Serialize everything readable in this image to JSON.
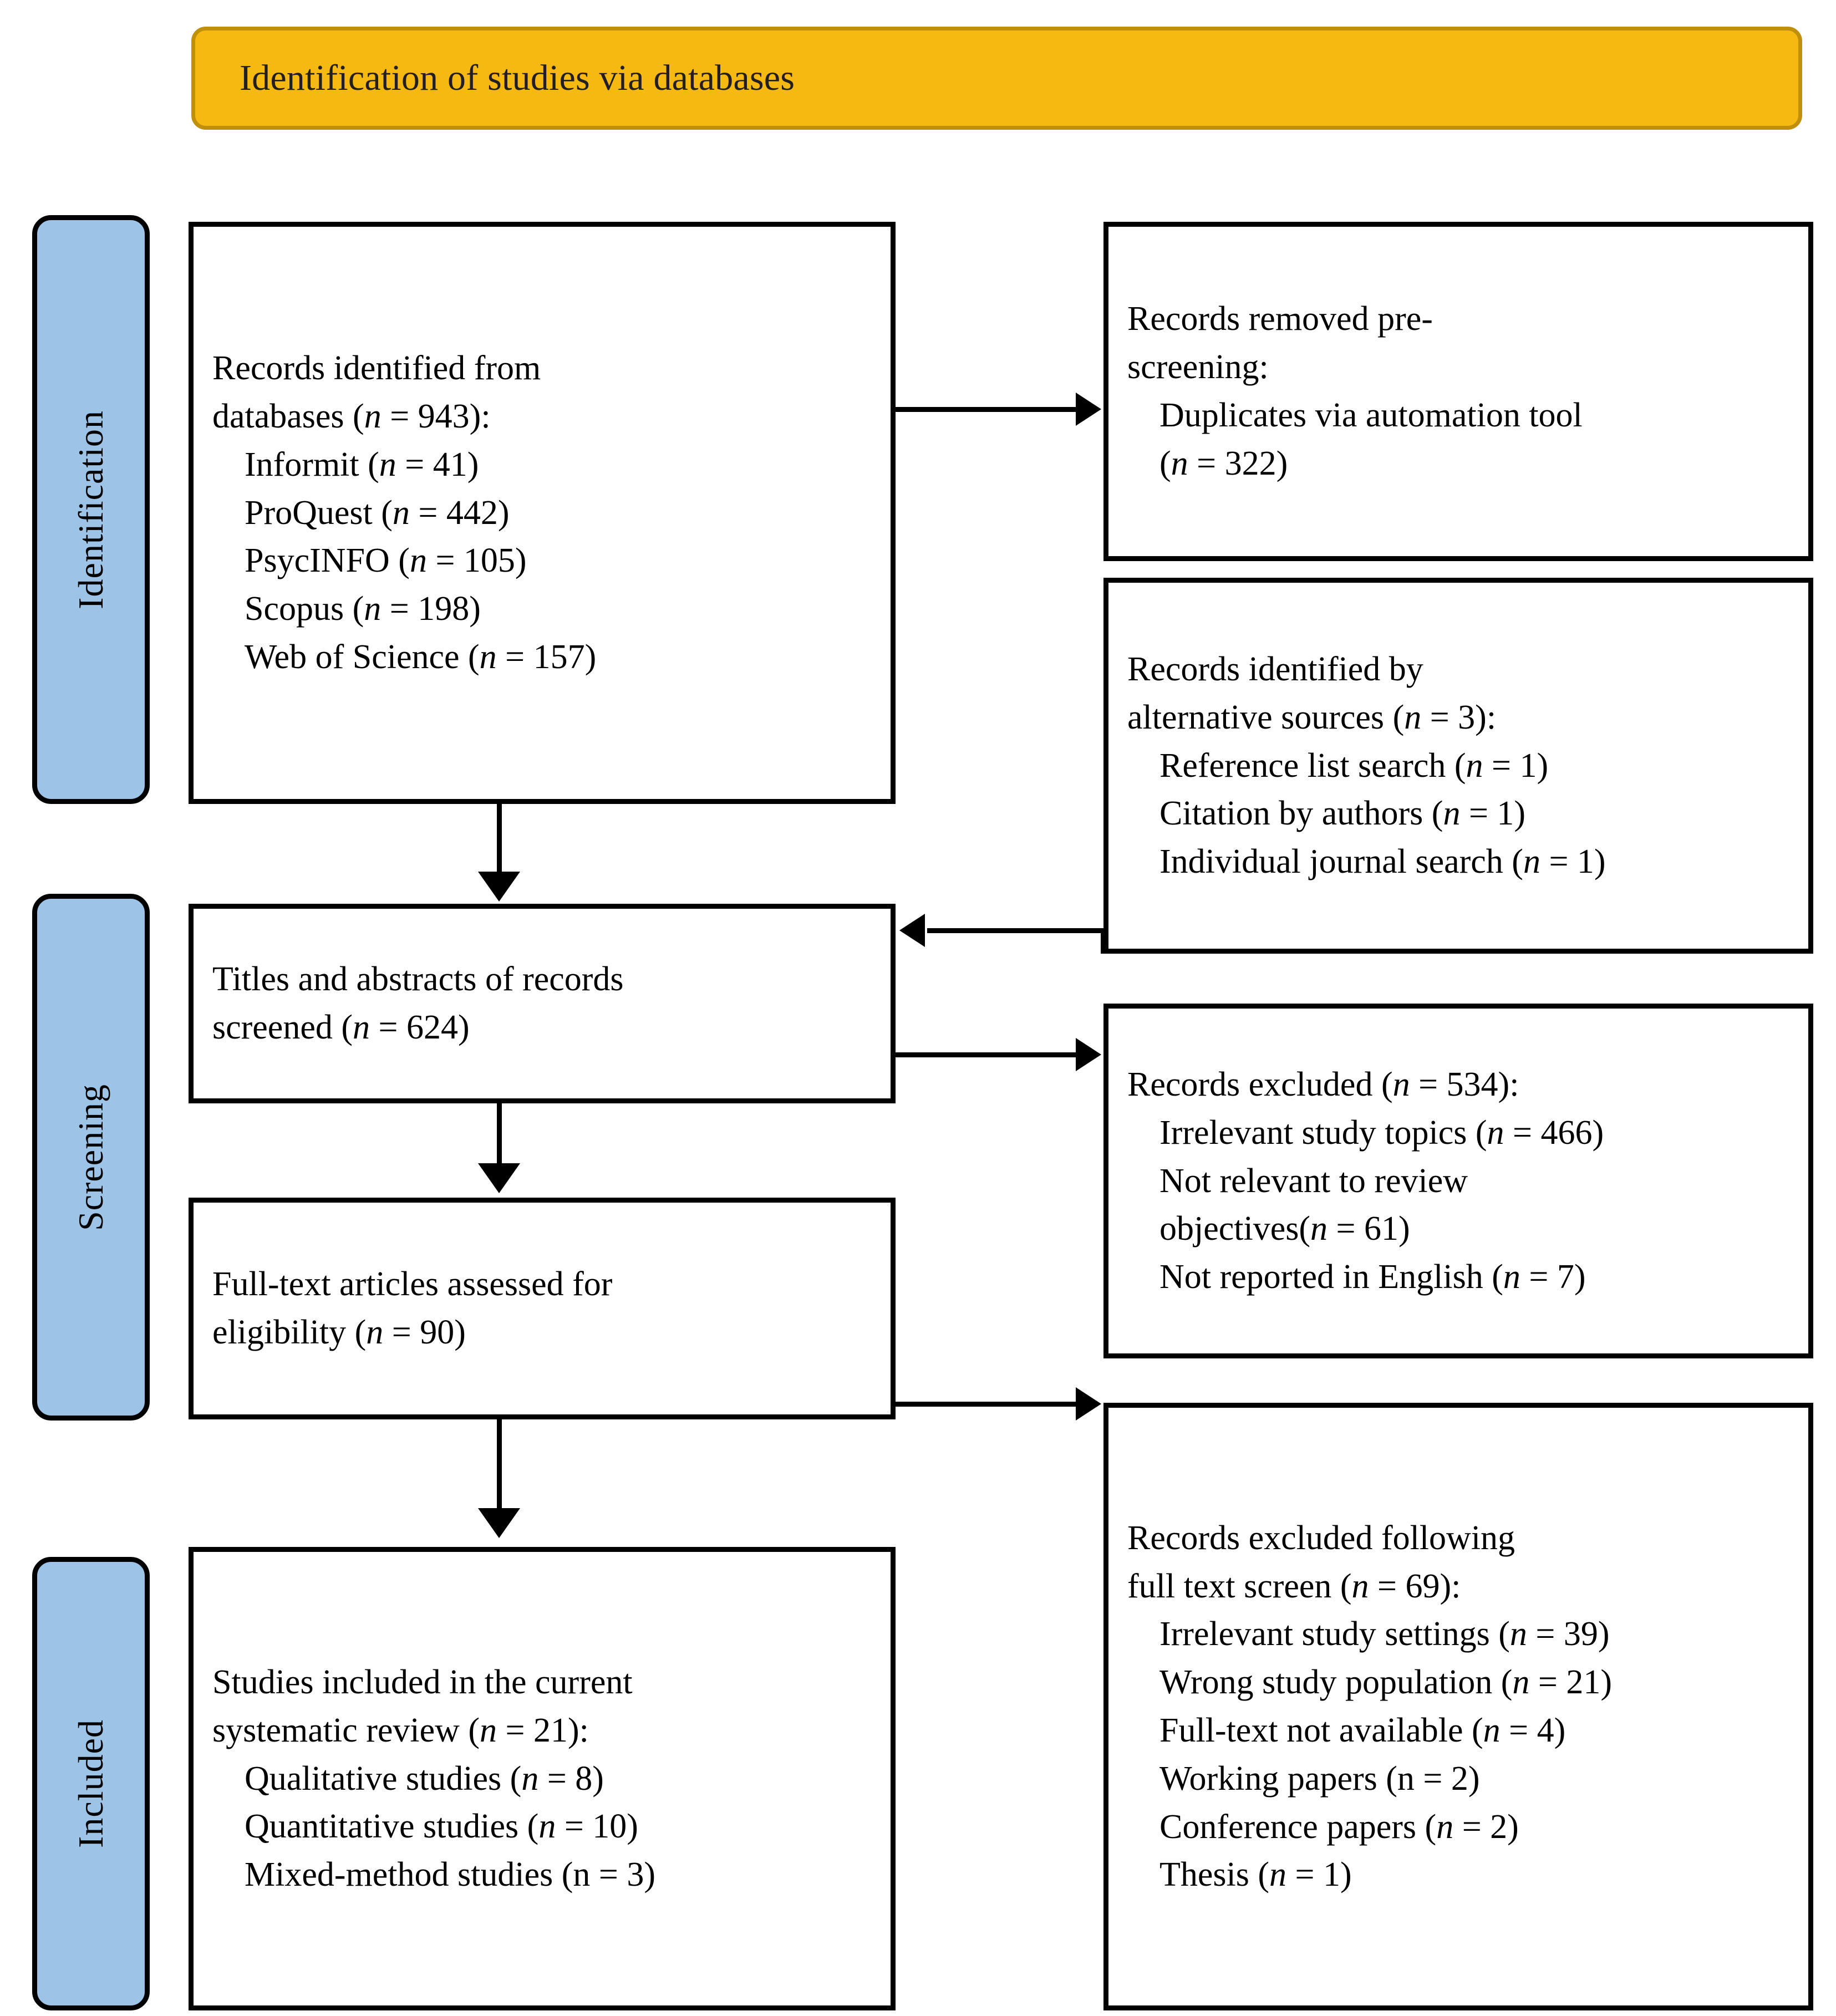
{
  "banner": {
    "title": "Identification of studies via databases"
  },
  "stages": [
    {
      "label": "Identification"
    },
    {
      "label": "Screening"
    },
    {
      "label": "Included"
    }
  ],
  "boxes": {
    "records_identified": {
      "lines": [
        {
          "text": "Records identified from",
          "sub": false
        },
        {
          "text": "databases (n = 943):",
          "sub": false,
          "italic_n": true
        },
        {
          "text": "Informit (n = 41)",
          "sub": true,
          "italic_n": true
        },
        {
          "text": "ProQuest (n =  442)",
          "sub": true,
          "italic_n": true
        },
        {
          "text": "PsycINFO (n = 105)",
          "sub": true,
          "italic_n": true
        },
        {
          "text": "Scopus (n = 198)",
          "sub": true,
          "italic_n": true
        },
        {
          "text": "Web of Science (n = 157)",
          "sub": true,
          "italic_n": true
        }
      ]
    },
    "records_removed": {
      "lines": [
        {
          "text": "Records removed pre-",
          "sub": false
        },
        {
          "text": "screening:",
          "sub": false
        },
        {
          "text": "Duplicates via automation tool",
          "sub": true
        },
        {
          "text": "(n = 322)",
          "sub": true,
          "italic_n": true
        }
      ]
    },
    "alternative_sources": {
      "lines": [
        {
          "text": "Records identified by",
          "sub": false
        },
        {
          "text": "alternative sources (n = 3):",
          "sub": false,
          "italic_n": true
        },
        {
          "text": "Reference list search (n = 1)",
          "sub": true,
          "italic_n": true
        },
        {
          "text": "Citation by authors (n = 1)",
          "sub": true,
          "italic_n": true
        },
        {
          "text": "Individual journal search (n = 1)",
          "sub": true,
          "italic_n": true
        }
      ]
    },
    "titles_screened": {
      "lines": [
        {
          "text": "Titles and abstracts of records",
          "sub": false
        },
        {
          "text": "screened (n = 624)",
          "sub": false,
          "italic_n": true
        }
      ]
    },
    "records_excluded_screen": {
      "lines": [
        {
          "text": "Records excluded (n = 534):",
          "sub": false,
          "italic_n": true
        },
        {
          "text": "Irrelevant study topics (n = 466)",
          "sub": true,
          "italic_n": true
        },
        {
          "text": "Not relevant to review",
          "sub": true
        },
        {
          "text": "objectives(n = 61)",
          "sub": true,
          "italic_n": true
        },
        {
          "text": "Not reported in English (n = 7)",
          "sub": true,
          "italic_n": true
        }
      ]
    },
    "fulltext_assessed": {
      "lines": [
        {
          "text": "Full-text articles assessed for",
          "sub": false
        },
        {
          "text": "eligibility (n = 90)",
          "sub": false,
          "italic_n": true
        }
      ]
    },
    "records_excluded_fulltext": {
      "lines": [
        {
          "text": "Records excluded following",
          "sub": false
        },
        {
          "text": "full text screen (n = 69):",
          "sub": false,
          "italic_n": true
        },
        {
          "text": "Irrelevant study settings (n = 39)",
          "sub": true,
          "italic_n": true
        },
        {
          "text": "Wrong study population (n = 21)",
          "sub": true,
          "italic_n": true
        },
        {
          "text": "Full-text not available (n = 4)",
          "sub": true,
          "italic_n": true
        },
        {
          "text": "Working papers (n = 2)",
          "sub": true,
          "italic_n": false
        },
        {
          "text": "Conference papers (n = 2)",
          "sub": true,
          "italic_n": true
        },
        {
          "text": "Thesis (n = 1)",
          "sub": true,
          "italic_n": true
        }
      ]
    },
    "studies_included": {
      "lines": [
        {
          "text": "Studies included in the current",
          "sub": false
        },
        {
          "text": "systematic review (n = 21):",
          "sub": false,
          "italic_n": true
        },
        {
          "text": "Qualitative studies (n = 8)",
          "sub": true,
          "italic_n": true
        },
        {
          "text": "Quantitative studies (n = 10)",
          "sub": true,
          "italic_n": true
        },
        {
          "text": "Mixed-method studies (n = 3)",
          "sub": true,
          "italic_n": false
        }
      ]
    }
  },
  "colors": {
    "banner_fill": "#F5B912",
    "banner_border": "#C08F0C",
    "stage_fill": "#9DC3E6",
    "box_border": "#000000",
    "text": "#000000"
  }
}
